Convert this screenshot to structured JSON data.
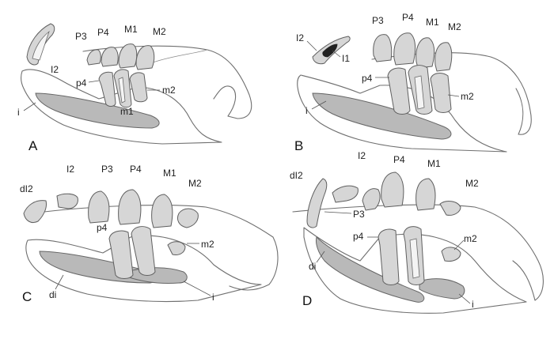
{
  "panels": [
    {
      "letter": "A",
      "labels": {
        "I2": "I2",
        "P3": "P3",
        "P4": "P4",
        "M1": "M1",
        "M2": "M2",
        "p4": "p4",
        "m2": "m2",
        "m1": "m1",
        "i": "i"
      }
    },
    {
      "letter": "B",
      "labels": {
        "I2": "I2",
        "I1": "I1",
        "P3": "P3",
        "P4": "P4",
        "M1": "M1",
        "M2": "M2",
        "p4": "p4",
        "m2": "m2",
        "i": "i"
      }
    },
    {
      "letter": "C",
      "labels": {
        "dI2": "dI2",
        "I2": "I2",
        "P3": "P3",
        "P4": "P4",
        "M1": "M1",
        "M2": "M2",
        "p4": "p4",
        "m2": "m2",
        "di": "di",
        "i": "i"
      }
    },
    {
      "letter": "D",
      "labels": {
        "dI2": "dI2",
        "I2": "I2",
        "P4": "P4",
        "M1": "M1",
        "M2": "M2",
        "P3": "P3",
        "p4": "p4",
        "m2": "m2",
        "di": "di",
        "i": "i"
      }
    }
  ],
  "colors": {
    "tooth_fill": "#d6d6d6",
    "incisor_fill": "#b9b9b9",
    "outline": "#6f6f6f"
  }
}
